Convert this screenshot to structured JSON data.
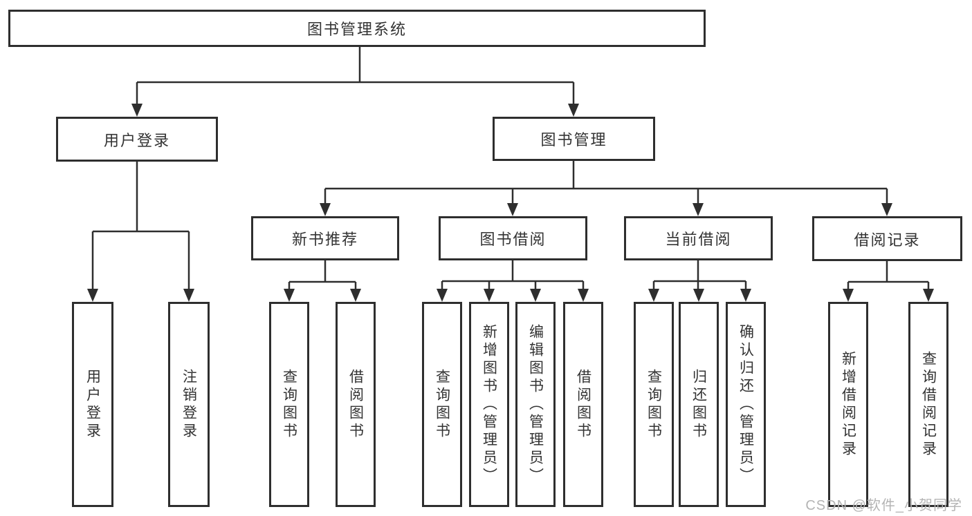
{
  "diagram": {
    "title": "图书管理系统",
    "level2": [
      {
        "label": "用户登录"
      },
      {
        "label": "图书管理"
      }
    ],
    "level3": [
      {
        "label": "新书推荐"
      },
      {
        "label": "图书借阅"
      },
      {
        "label": "当前借阅"
      },
      {
        "label": "借阅记录"
      }
    ],
    "leaves": [
      {
        "label": "用户登录"
      },
      {
        "label": "注销登录"
      },
      {
        "label": "查询图书"
      },
      {
        "label": "借阅图书"
      },
      {
        "label": "查询图书"
      },
      {
        "label": "新增图书（管理员）"
      },
      {
        "label": "编辑图书（管理员）"
      },
      {
        "label": "借阅图书"
      },
      {
        "label": "查询图书"
      },
      {
        "label": "归还图书"
      },
      {
        "label": "确认归还（管理员）"
      },
      {
        "label": "新增借阅记录"
      },
      {
        "label": "查询借阅记录"
      }
    ]
  },
  "watermark": {
    "text": "CSDN @软件_小贺同学"
  },
  "colors": {
    "line": "#2e2e2e",
    "text": "#333333",
    "watermark": "#b4b4b4",
    "background": "#ffffff"
  }
}
